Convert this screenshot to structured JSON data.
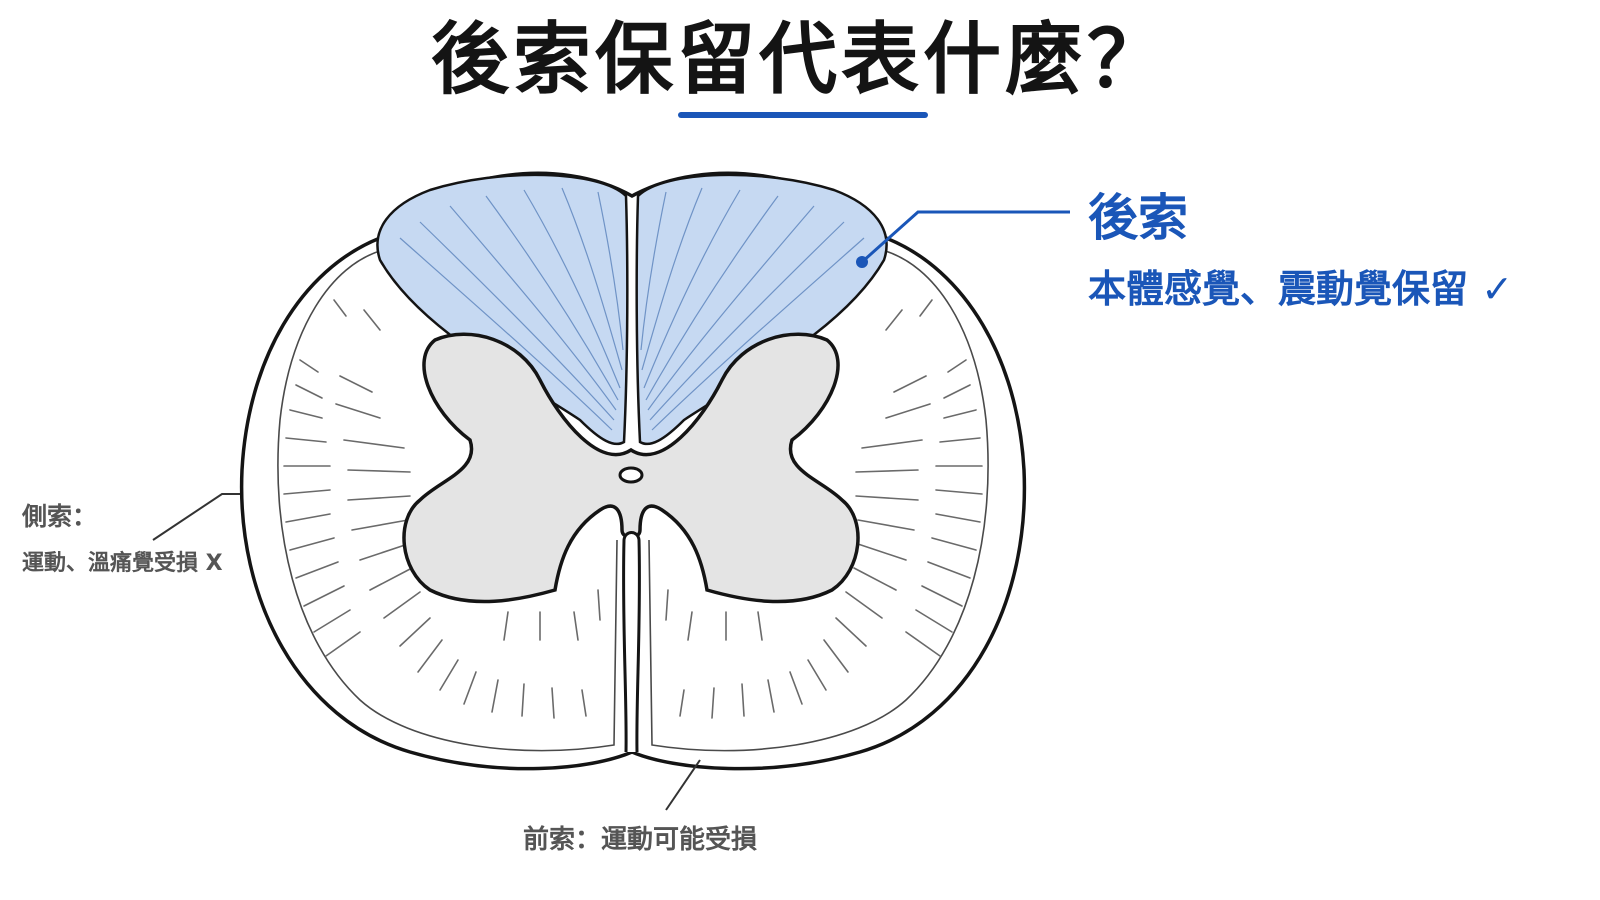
{
  "title": "後索保留代表什麼？",
  "accent_color": "#1a56b8",
  "posterior_highlight_color": "#c6d9f2",
  "gray_matter_color": "#e4e4e4",
  "labels": {
    "posterior": {
      "name": "後索",
      "description": "本體感覺、震動覺保留 ✓"
    },
    "lateral": {
      "name": "側索：",
      "description": "運動、溫痛覺受損 X"
    },
    "anterior": {
      "text": "前索：運動可能受損"
    }
  }
}
